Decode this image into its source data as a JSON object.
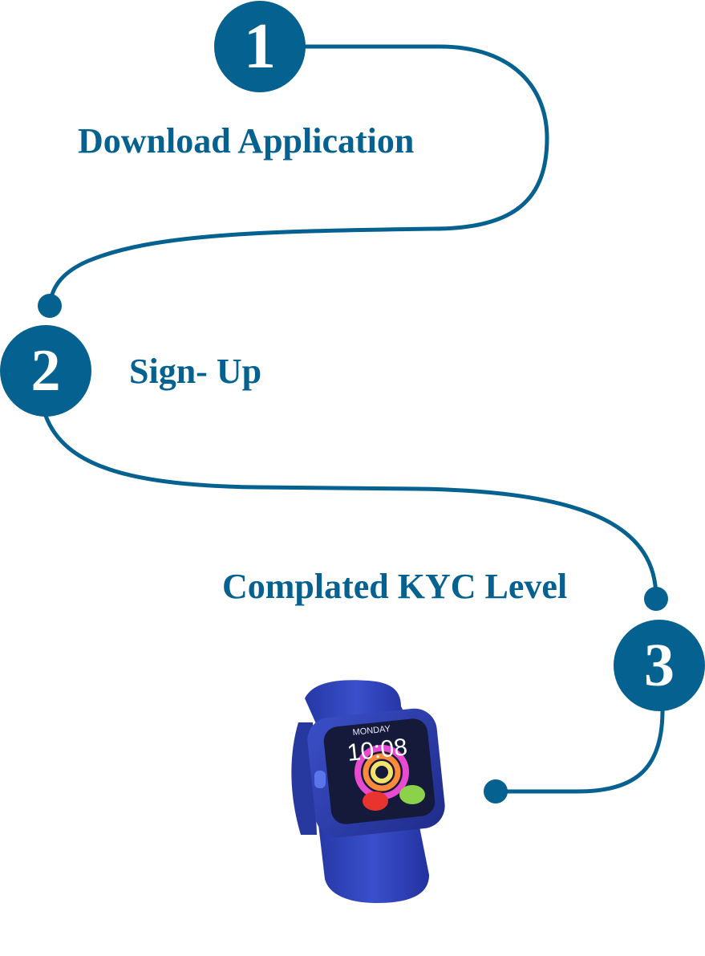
{
  "colors": {
    "primary": "#05618f",
    "background": "#ffffff",
    "watch_band": "#2f43b8",
    "watch_screen": "#151a3a"
  },
  "steps": [
    {
      "number": "1",
      "label": "Download Application"
    },
    {
      "number": "2",
      "label": "Sign- Up"
    },
    {
      "number": "3",
      "label": "Complated KYC Level"
    }
  ],
  "watch": {
    "day": "MONDAY",
    "time": "10:08"
  }
}
